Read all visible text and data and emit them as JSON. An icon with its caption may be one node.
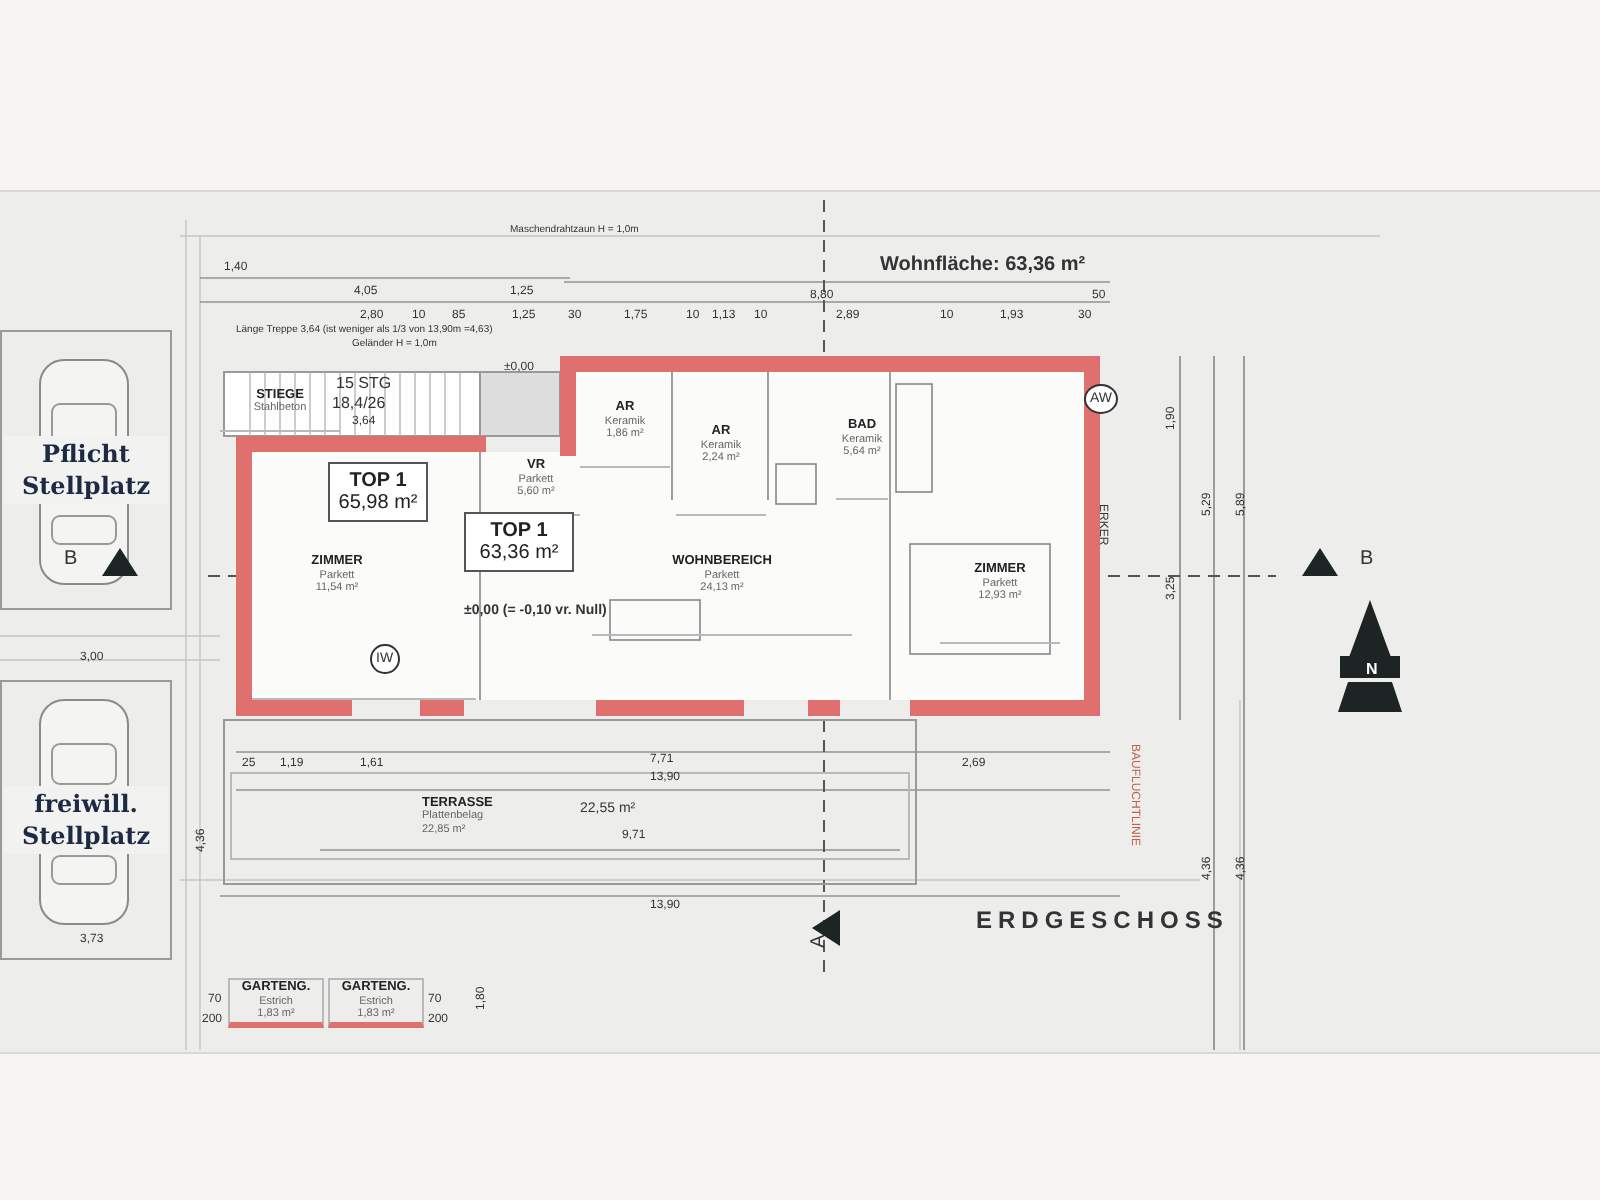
{
  "diagram": {
    "nodes": [
      {
        "text": [
          "STIEGE",
          "Stahlbeton"
        ]
      },
      {
        "text": [
          "ZIMMER",
          "Parkett",
          "11,54 m²"
        ]
      },
      {
        "text": [
          "VR",
          "Parkett",
          "5,60 m²"
        ]
      },
      {
        "text": [
          "AR",
          "Keramik",
          "1,86 m²"
        ]
      },
      {
        "text": [
          "AR",
          "Keramik",
          "2,24 m²"
        ]
      },
      {
        "text": [
          "BAD",
          "Keramik",
          "5,64 m²"
        ]
      },
      {
        "text": [
          "WOHNBEREICH",
          "Parkett",
          "24,13 m²"
        ]
      },
      {
        "text": [
          "ZIMMER",
          "Parkett",
          "12,93 m²"
        ]
      },
      {
        "text": [
          "TERRASSE",
          "Plattenbelag",
          "22,85 m²"
        ]
      },
      {
        "text": [
          "GARTENG.",
          "Estrich",
          "1,83 m²"
        ]
      },
      {
        "text": [
          "GARTENG.",
          "Estrich",
          "1,83 m²"
        ]
      },
      {
        "text": [
          "TOP 1",
          "65,98 m²"
        ],
        "in": 1
      },
      {
        "text": [
          "TOP 1",
          "63,36 m²"
        ]
      },
      {
        "text": [
          "Pflicht Stellplatz"
        ]
      },
      {
        "text": [
          "freiwill. Stellplatz"
        ]
      }
    ],
    "edges": [],
    "labels": [
      "Maschendrahtzaun H = 1,0m",
      "Wohnfläche: 63,36 m²",
      "1,40",
      "4,05",
      "1,25",
      "8,80",
      "50",
      "2,80",
      "10",
      "85",
      "1,25",
      "30",
      "1,75",
      "10",
      "1,13",
      "10",
      "2,89",
      "10",
      "1,93",
      "30",
      "Länge Treppe 3,64 (ist weniger als 1/3 von 13,90m =4,63)",
      "Geländer H = 1,0m",
      "15 STG",
      "18,4/26",
      "3,64",
      "±0,00",
      "AW",
      "ERKER",
      "±0,00 (= -0,10 vr. Null)",
      "IW",
      "B",
      "B",
      "3,00",
      "25",
      "1,19",
      "1,61",
      "7,71",
      "13,90",
      "2,69",
      "22,55 m²",
      "9,71",
      "13,90",
      "ERDGESCHOSS",
      "A",
      "BAUFLUCHTLINIE",
      "3,73",
      "4,36",
      "70",
      "200",
      "70",
      "200",
      "1,80",
      "5,29",
      "5,89",
      "3,25",
      "1,90",
      "4,36",
      "4,36",
      "N"
    ]
  }
}
